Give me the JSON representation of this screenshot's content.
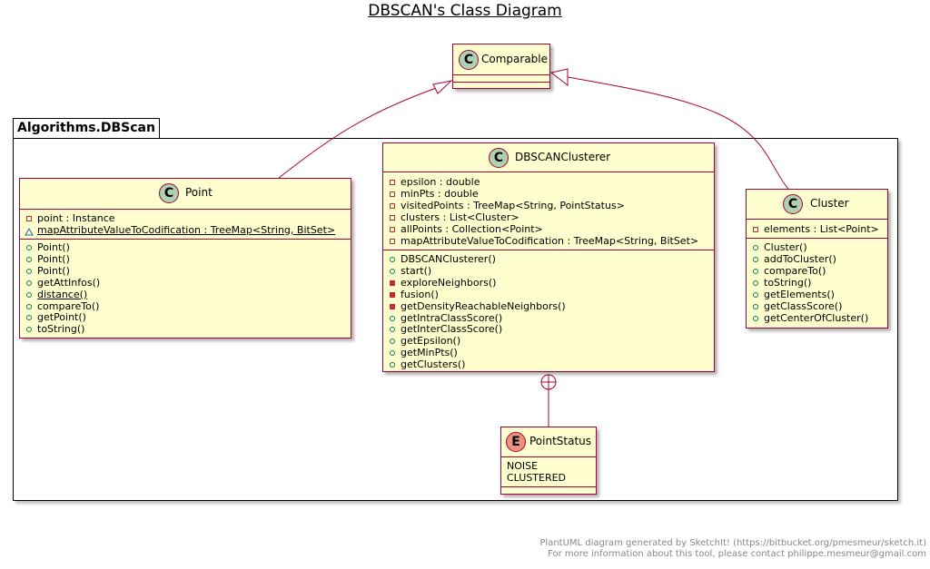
{
  "title": "DBSCAN's Class Diagram",
  "package": {
    "name": "Algorithms.DBScan"
  },
  "colors": {
    "class_fill": "#fefece",
    "class_border": "#a80036",
    "class_circle": "#add1b2",
    "enum_circle": "#eb937f",
    "private_icon": "#c82930",
    "public_icon": "#038048"
  },
  "classes": {
    "comparable": {
      "stereotype_letter": "C",
      "name": "Comparable"
    },
    "point": {
      "stereotype_letter": "C",
      "name": "Point",
      "fields": [
        {
          "visibility": "private",
          "text": "point : Instance"
        },
        {
          "visibility": "package",
          "text": "mapAttributeValueToCodification : TreeMap<String, BitSet>",
          "static": true
        }
      ],
      "methods": [
        {
          "visibility": "public",
          "text": "Point()"
        },
        {
          "visibility": "public",
          "text": "Point()"
        },
        {
          "visibility": "public",
          "text": "Point()"
        },
        {
          "visibility": "public",
          "text": "getAttInfos()"
        },
        {
          "visibility": "public",
          "text": "distance()",
          "static": true
        },
        {
          "visibility": "public",
          "text": "compareTo()"
        },
        {
          "visibility": "public",
          "text": "getPoint()"
        },
        {
          "visibility": "public",
          "text": "toString()"
        }
      ]
    },
    "dbscan": {
      "stereotype_letter": "C",
      "name": "DBSCANClusterer",
      "fields": [
        {
          "visibility": "private",
          "text": "epsilon : double"
        },
        {
          "visibility": "private",
          "text": "minPts : double"
        },
        {
          "visibility": "private",
          "text": "visitedPoints : TreeMap<String, PointStatus>"
        },
        {
          "visibility": "private",
          "text": "clusters : List<Cluster>"
        },
        {
          "visibility": "private",
          "text": "allPoints : Collection<Point>"
        },
        {
          "visibility": "private",
          "text": "mapAttributeValueToCodification : TreeMap<String, BitSet>"
        }
      ],
      "methods": [
        {
          "visibility": "public",
          "text": "DBSCANClusterer()"
        },
        {
          "visibility": "public",
          "text": "start()"
        },
        {
          "visibility": "private-method",
          "text": "exploreNeighbors()"
        },
        {
          "visibility": "private-method",
          "text": "fusion()"
        },
        {
          "visibility": "private-method",
          "text": "getDensityReachableNeighbors()"
        },
        {
          "visibility": "public",
          "text": "getIntraClassScore()"
        },
        {
          "visibility": "public",
          "text": "getInterClassScore()"
        },
        {
          "visibility": "public",
          "text": "getEpsilon()"
        },
        {
          "visibility": "public",
          "text": "getMinPts()"
        },
        {
          "visibility": "public",
          "text": "getClusters()"
        }
      ]
    },
    "cluster": {
      "stereotype_letter": "C",
      "name": "Cluster",
      "fields": [
        {
          "visibility": "private",
          "text": "elements : List<Point>"
        }
      ],
      "methods": [
        {
          "visibility": "public",
          "text": "Cluster()"
        },
        {
          "visibility": "public",
          "text": "addToCluster()"
        },
        {
          "visibility": "public",
          "text": "compareTo()"
        },
        {
          "visibility": "public",
          "text": "toString()"
        },
        {
          "visibility": "public",
          "text": "getElements()"
        },
        {
          "visibility": "public",
          "text": "getClassScore()"
        },
        {
          "visibility": "public",
          "text": "getCenterOfCluster()"
        }
      ]
    },
    "pointstatus": {
      "stereotype_letter": "E",
      "name": "PointStatus",
      "values": [
        "NOISE",
        "CLUSTERED"
      ]
    }
  },
  "relations": [
    {
      "from": "Point",
      "to": "Comparable",
      "type": "realization"
    },
    {
      "from": "Cluster",
      "to": "Comparable",
      "type": "realization"
    },
    {
      "from": "PointStatus",
      "to": "DBSCANClusterer",
      "type": "nested"
    }
  ],
  "footer": {
    "line1": "PlantUML diagram generated by SketchIt! (https://bitbucket.org/pmesmeur/sketch.it)",
    "line2": "For more information about this tool, please contact philippe.mesmeur@gmail.com"
  }
}
